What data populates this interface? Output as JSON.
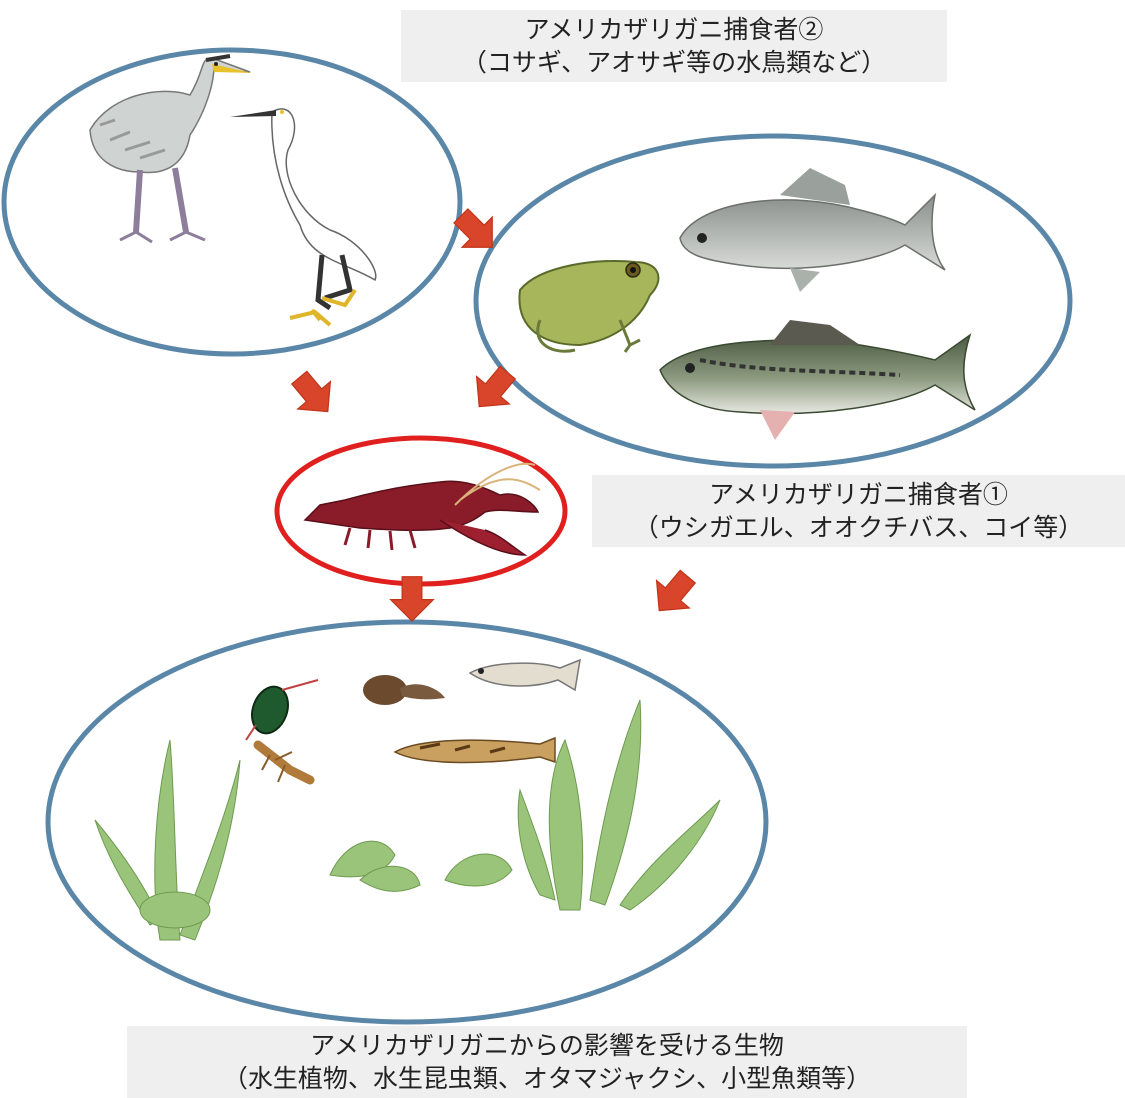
{
  "labels": {
    "predators2": {
      "line1": "アメリカザリガニ捕食者②",
      "line2": "（コサギ、アオサギ等の水鳥類など）"
    },
    "predators1": {
      "line1": "アメリカザリガニ捕食者①",
      "line2": "（ウシガエル、オオクチバス、コイ等）"
    },
    "affected": {
      "line1": "アメリカザリガニからの影響を受ける生物",
      "line2": "（水生植物、水生昆虫類、オタマジャクシ、小型魚類等）"
    }
  },
  "colors": {
    "ellipse_stroke": "#5a86a8",
    "crayfish_ellipse_stroke": "#e0201e",
    "arrow_fill": "#d9452b",
    "arrow_stroke": "#c03418"
  },
  "icons": [
    "heron",
    "egret",
    "bullfrog",
    "carp",
    "largemouth-bass",
    "crayfish",
    "diving-beetle",
    "tadpole",
    "medaka",
    "loach",
    "insect-larva",
    "aquatic-plant"
  ]
}
